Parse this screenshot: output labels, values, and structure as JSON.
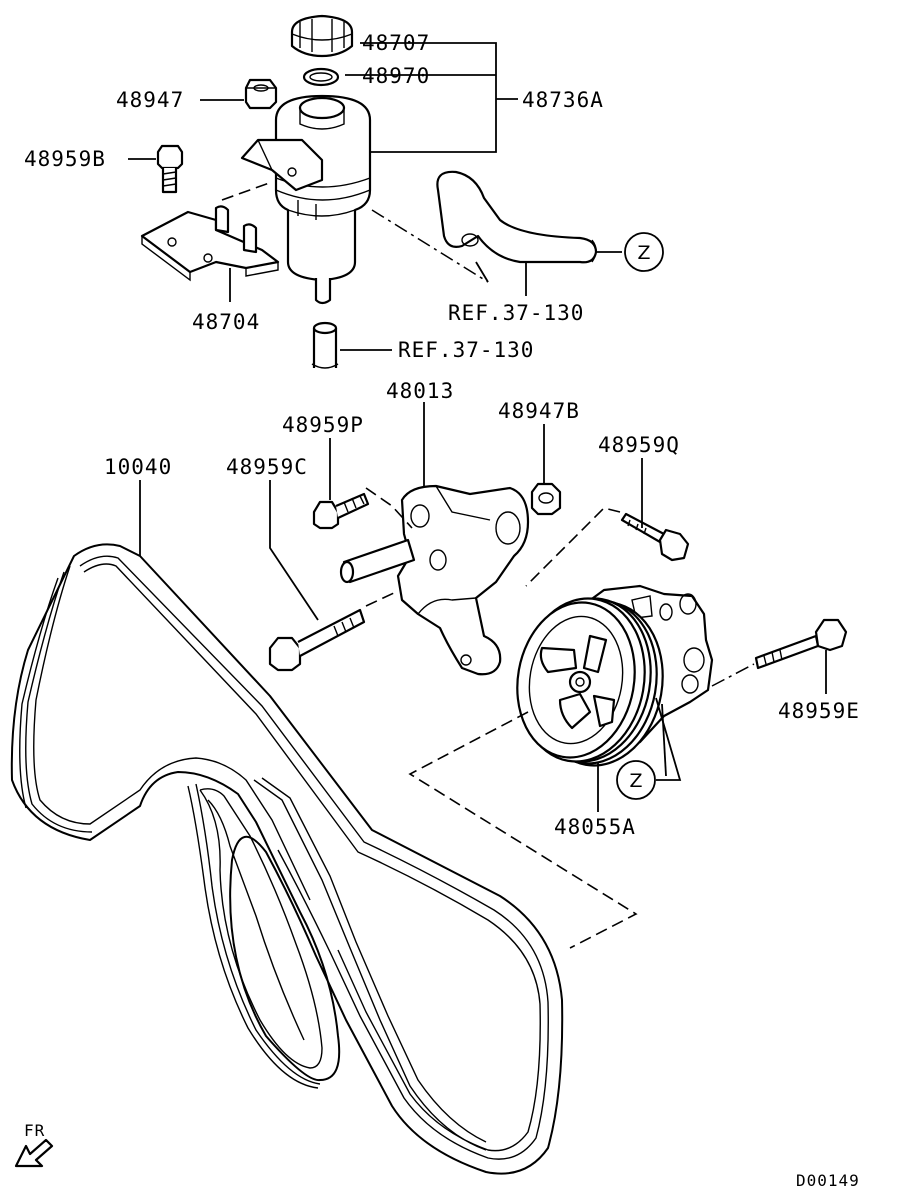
{
  "labels": {
    "cap": "48707",
    "oring": "48970",
    "reservoir_assy": "48736A",
    "nut_top": "48947",
    "bolt_bracket": "48959B",
    "bracket": "48704",
    "ref_hose": "REF.37-130",
    "ref_pipe": "REF.37-130",
    "pump_bracket": "48013",
    "nut_pump": "48947B",
    "bolt_p": "48959P",
    "bolt_q": "48959Q",
    "bolt_c": "48959C",
    "belt": "10040",
    "bolt_e": "48959E",
    "pump": "48055A",
    "z_marker_top": "Z",
    "z_marker_bottom": "Z",
    "front_indicator": "FR",
    "drawing_code": "D00149"
  },
  "icons": {
    "front_arrow": "arrow-down-left-icon"
  },
  "colors": {
    "ink": "#000000",
    "paper": "#ffffff"
  }
}
